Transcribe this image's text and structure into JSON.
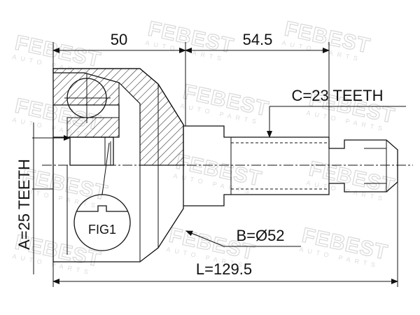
{
  "diagram": {
    "dimensions": {
      "length_left": "50",
      "length_right": "54.5",
      "outer_teeth": "C=23 TEETH",
      "inner_teeth": "A=25 TEETH",
      "diameter": "B=Ø52",
      "total_length": "L=129.5"
    },
    "figure_label": "FIG1",
    "watermark": {
      "brand": "FEBEST",
      "sub": "AUTO PARTS"
    }
  }
}
